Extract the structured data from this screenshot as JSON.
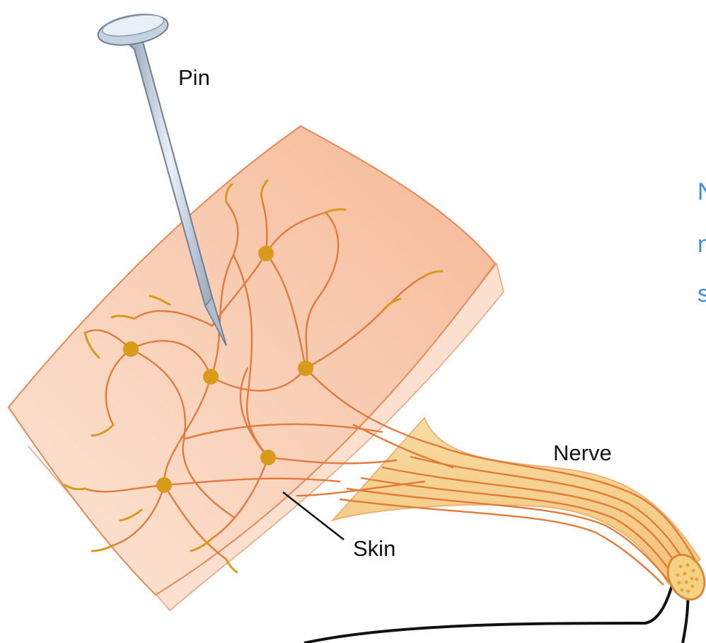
{
  "labels": {
    "pin": "Pin",
    "nerve": "Nerve",
    "skin": "Skin"
  },
  "cutoff_text": {
    "line1": "N",
    "line2": "n",
    "line3": "s"
  },
  "colors": {
    "skin_fill": "#f8cfb3",
    "skin_edge": "#e48a58",
    "fiber": "#e27a3e",
    "receptor": "#d89a1a",
    "nerve_fill": "#f7cf87",
    "nerve_line": "#e07c38",
    "pin_metal": "#b9c7d6",
    "cut_text": "#3a8fe0"
  }
}
